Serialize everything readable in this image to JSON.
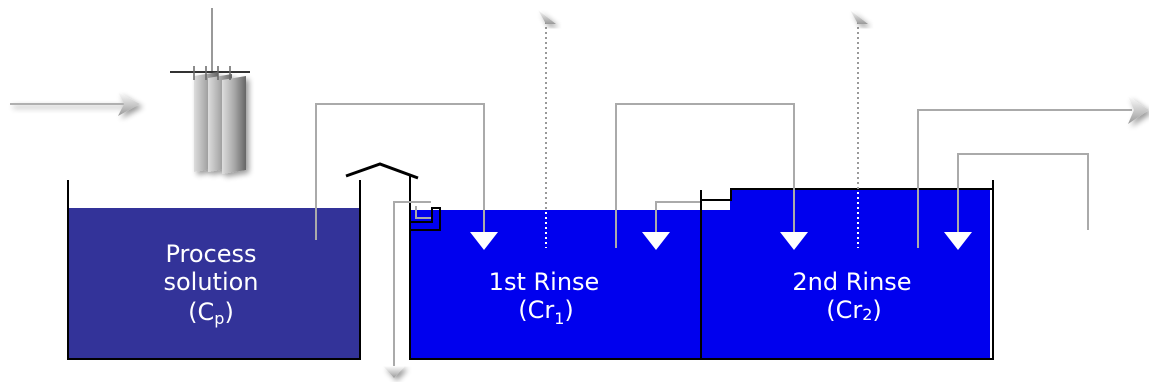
{
  "tanks": [
    {
      "id": "process",
      "line1": "Process",
      "line2": "solution",
      "line3_prefix": "(C",
      "line3_sub": "p",
      "line3_suffix": ")",
      "color": "#333399"
    },
    {
      "id": "rinse1",
      "line1": "1st Rinse",
      "line2_prefix": "(Cr",
      "line2_sub": "1",
      "line2_suffix": ")",
      "color": "#0000ee"
    },
    {
      "id": "rinse2",
      "line1": "2nd Rinse",
      "line2_prefix": "(Cr",
      "line2_sub": "2",
      "line2_suffix": ")",
      "color": "#0000ee"
    }
  ],
  "colors": {
    "pipe": "#b0b0b0",
    "wall": "#000000",
    "rack": "#999999"
  }
}
